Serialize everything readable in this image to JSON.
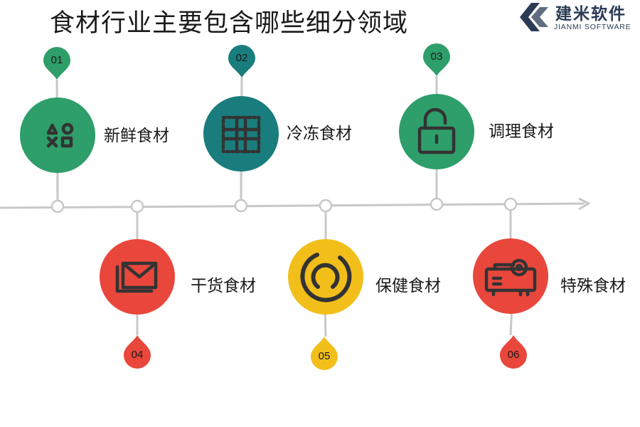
{
  "title": "食材行业主要包含哪些细分领域",
  "logo": {
    "name_cn": "建米软件",
    "name_en": "JIANMI SOFTWARE"
  },
  "colors": {
    "green": "#2e9e6a",
    "teal": "#1a7d7d",
    "red": "#e9473c",
    "yellow": "#f2be1a",
    "axis": "#c8c8c8",
    "logo": "#2b3b55"
  },
  "items": [
    {
      "num": "01",
      "label": "新鲜食材",
      "icon": "shapes-icon",
      "color": "green"
    },
    {
      "num": "02",
      "label": "冷冻食材",
      "icon": "grid-icon",
      "color": "teal"
    },
    {
      "num": "03",
      "label": "调理食材",
      "icon": "unlock-icon",
      "color": "green"
    },
    {
      "num": "04",
      "label": "干货食材",
      "icon": "envelope-icon",
      "color": "red"
    },
    {
      "num": "05",
      "label": "保健食材",
      "icon": "refresh-icon",
      "color": "yellow"
    },
    {
      "num": "06",
      "label": "特殊食材",
      "icon": "projector-icon",
      "color": "red"
    }
  ]
}
